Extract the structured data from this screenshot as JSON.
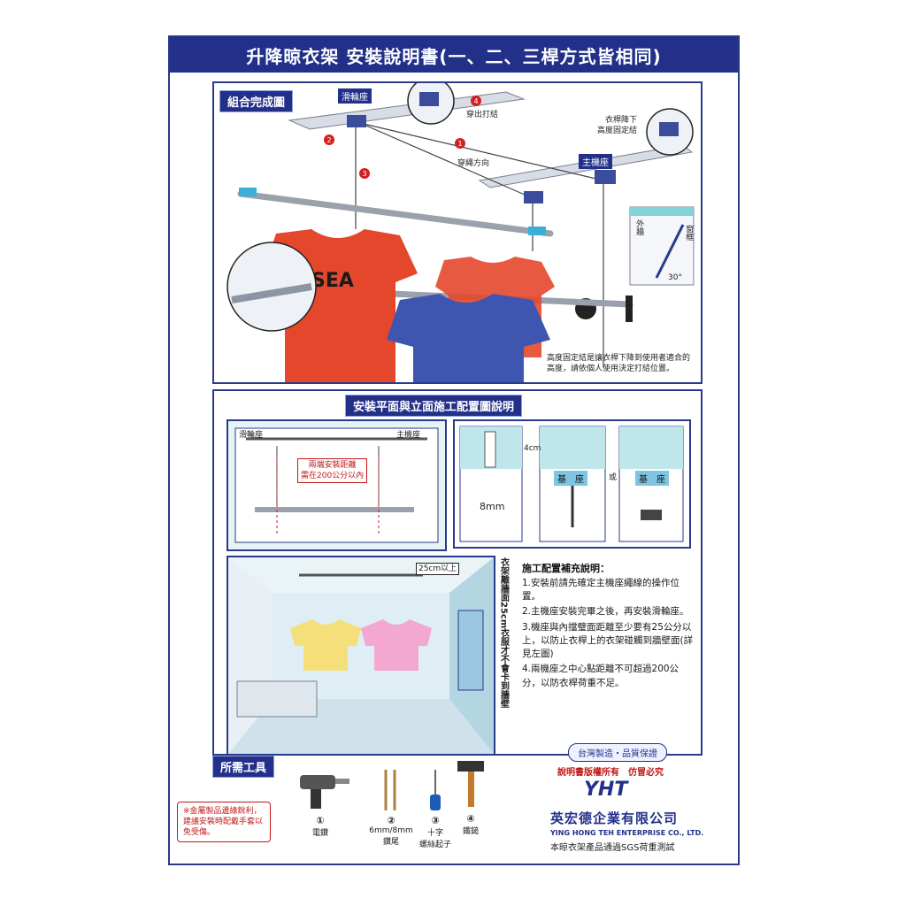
{
  "title": "升降晾衣架 安裝說明書(一、二、三桿方式皆相同)",
  "assembly": {
    "label": "組合完成圖",
    "pulley_seat": "滑輪座",
    "main_seat": "主機座",
    "thread_knot": "穿出打結",
    "rope_direction": "穿繩方向",
    "rod_lower_note": "衣桿降下\n高度固定結",
    "height_note": "高度固定結是讓衣桿下降到使用者適合的高度，請依個人使用決定打結位置。",
    "steps": [
      "1",
      "2",
      "3",
      "4"
    ],
    "angle": "30°",
    "side_a": "外牆",
    "side_b": "窗框"
  },
  "plan": {
    "label": "安裝平面與立面施工配置圖說明",
    "pulley_seat": "滑輪座",
    "main_seat": "主機座",
    "distance_note": "兩端安裝距離\n需在200公分以內",
    "hole_depth": "4cm",
    "hole_dia": "8mm",
    "base": "基　座",
    "or": "或",
    "wall_gap": "25cm以上",
    "vertical_note": "衣架離牆面25cm衣服才不會卡到牆壁"
  },
  "supplement": {
    "title": "施工配置補充說明：",
    "items": [
      "1.安裝前請先確定主機座繩線的操作位置。",
      "2.主機座安裝完畢之後，再安裝滑輪座。",
      "3.機座與內擋璧面距離至少要有25公分以上，以防止衣桿上的衣架碰觸到牆壁面(詳見左圖)",
      "4.兩機座之中心點距離不可超過200公分，以防衣桿荷重不足。"
    ]
  },
  "tools": {
    "label": "所需工具",
    "items": [
      {
        "num": "①",
        "name": "電鑽"
      },
      {
        "num": "②",
        "name": "6mm/8mm\n鑽尾"
      },
      {
        "num": "③",
        "name": "十字\n螺絲起子"
      },
      {
        "num": "④",
        "name": "鐵鎚"
      }
    ]
  },
  "warning": "※金屬製品邊緣銳利，建議安裝時配戴手套以免受傷。",
  "footer": {
    "badge": "台灣製造・品質保證",
    "copyright": "說明書版權所有　仿冒必究",
    "logo": "YHT",
    "company_cn": "英宏德企業有限公司",
    "company_en": "YING HONG TEH ENTERPRISE CO., LTD.",
    "sgs": "本晾衣架產品通過SGS荷重測試"
  },
  "colors": {
    "navy": "#22308a",
    "red": "#c01818",
    "shirt_red": "#e5472c",
    "shirt_blue": "#3f56b0",
    "shirt_yellow": "#f4df7a",
    "shirt_pink": "#f3a9cf"
  }
}
